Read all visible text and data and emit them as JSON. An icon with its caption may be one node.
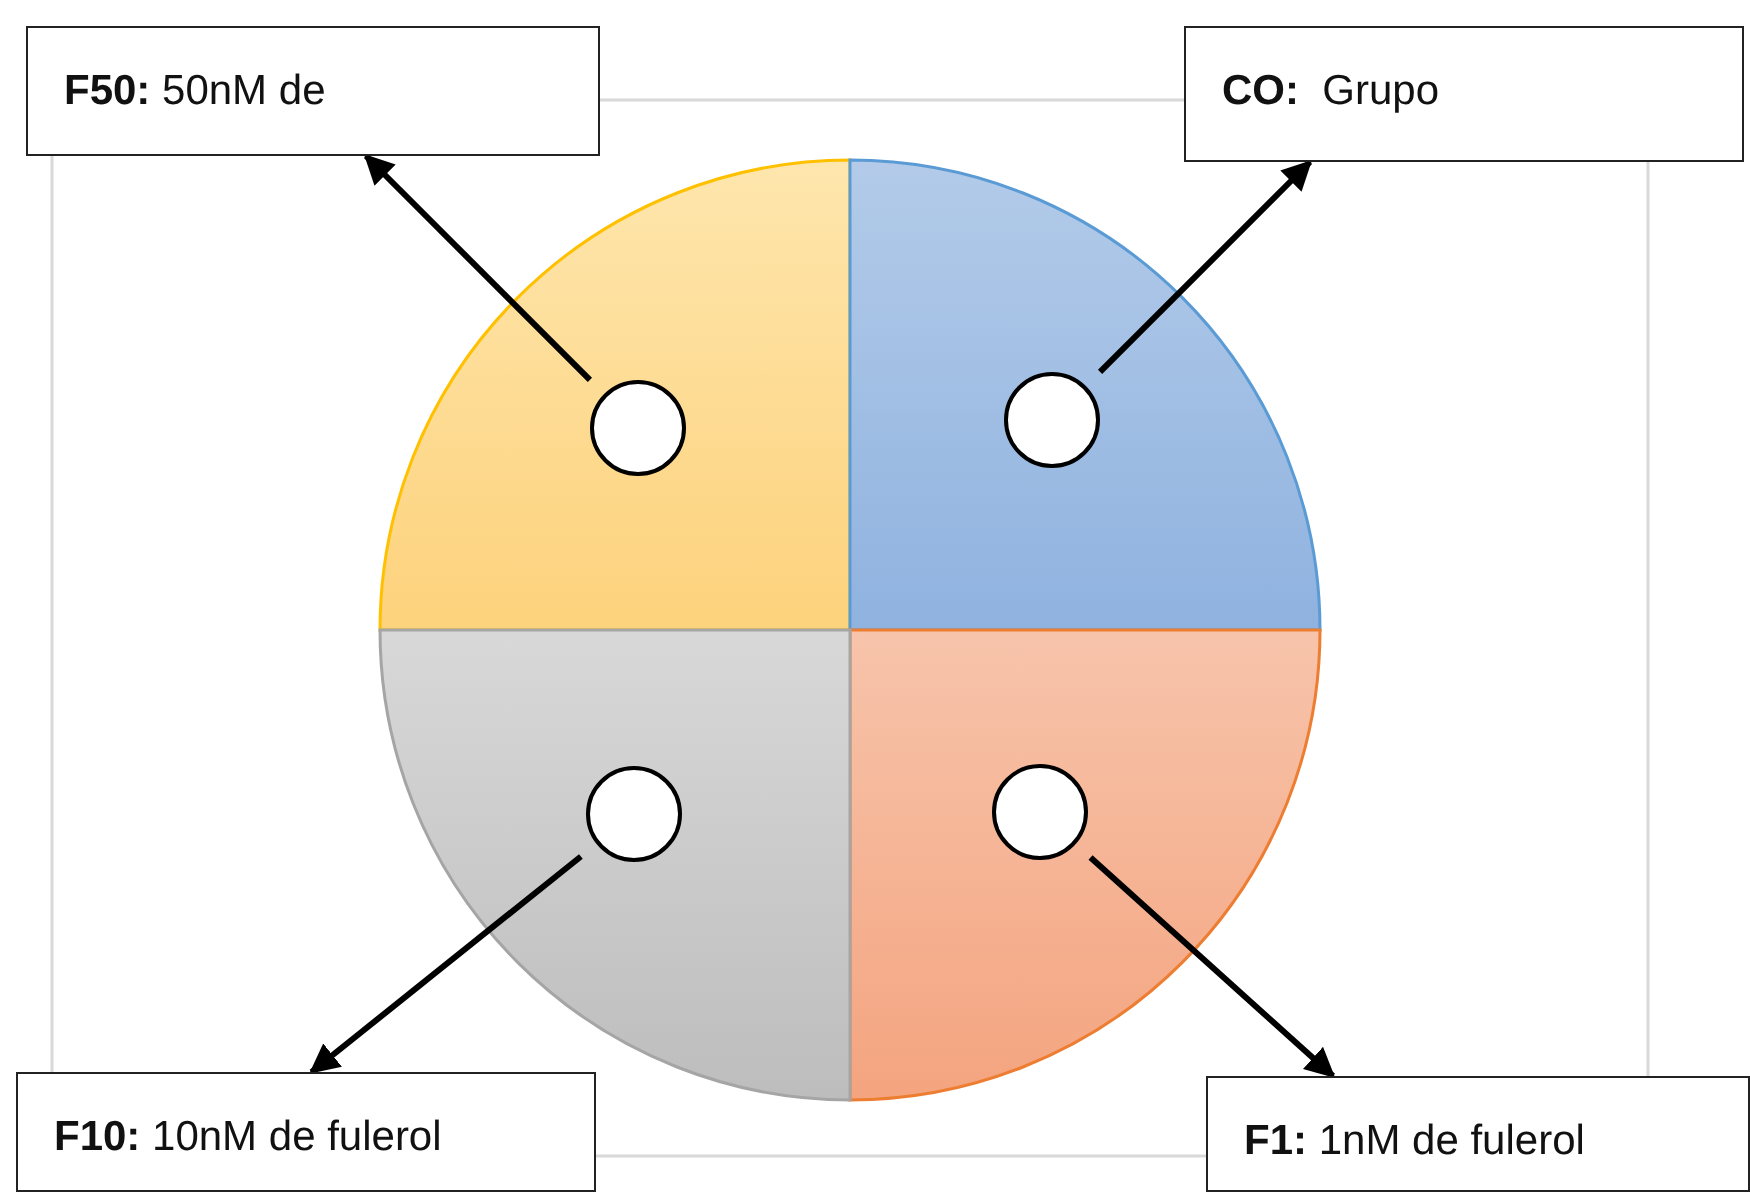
{
  "diagram": {
    "nodes": [
      {
        "text": [
          "**F50:** 50nM de"
        ]
      },
      {
        "text": [
          "**CO:**  Grupo"
        ]
      },
      {
        "text": [],
        "shape": "circle"
      },
      {
        "text": [],
        "shape": "circle"
      },
      {
        "text": [],
        "shape": "circle"
      },
      {
        "text": [],
        "shape": "circle"
      },
      {
        "text": [
          "**F10:** 10nM de fulerol"
        ]
      },
      {
        "text": [
          "**F1:** 1nM de fulerol"
        ]
      }
    ],
    "edges": [
      {
        "from": 2,
        "to": 0,
        "arrow": "to"
      },
      {
        "from": 3,
        "to": 1,
        "arrow": "to"
      },
      {
        "from": 4,
        "to": 6,
        "arrow": "to"
      },
      {
        "from": 5,
        "to": 7,
        "arrow": "to"
      }
    ]
  }
}
